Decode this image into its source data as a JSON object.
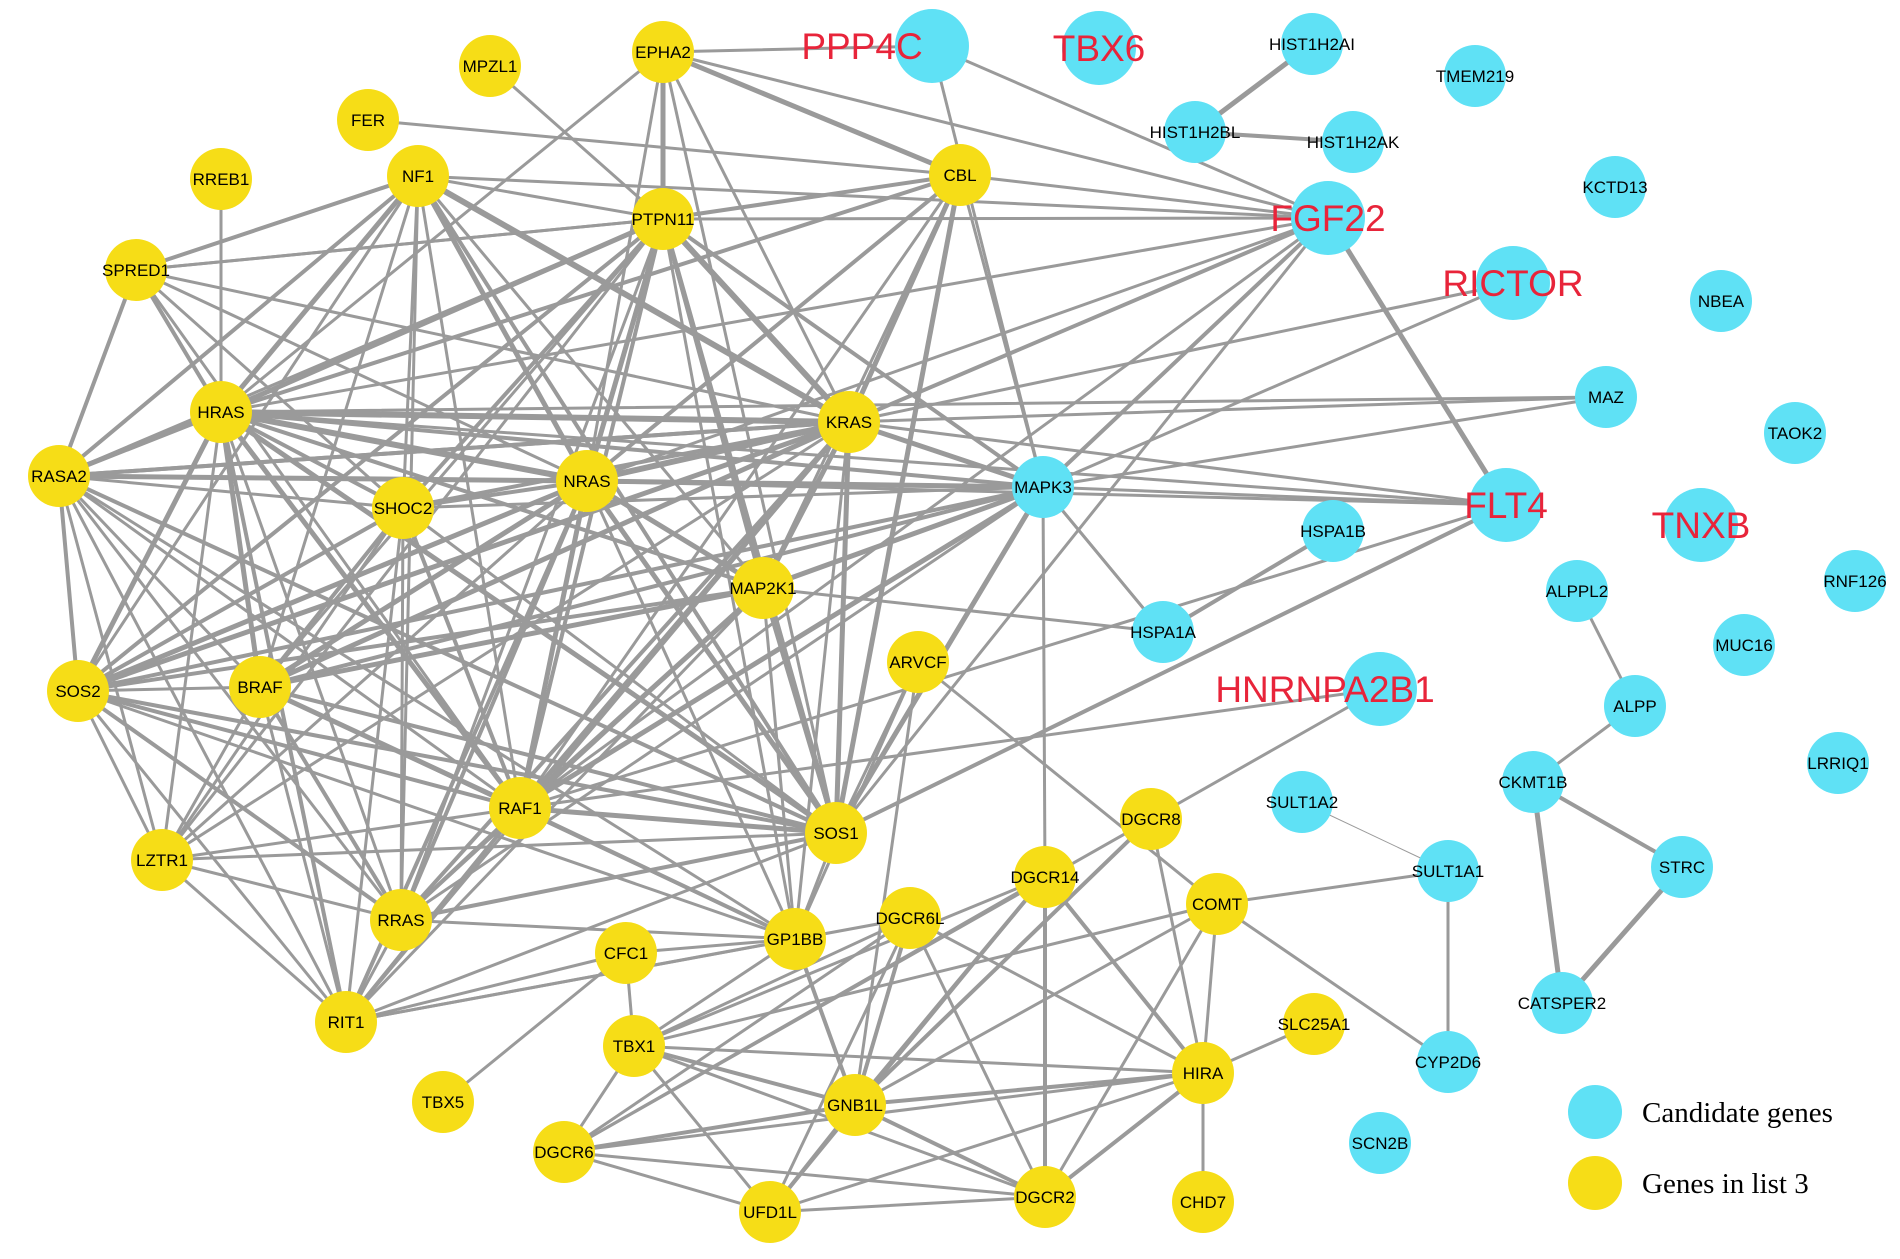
{
  "colors": {
    "candidate": "#5fe1f5",
    "list3": "#f6dd17",
    "highlight_label": "#e8243a",
    "edge": "#9a9a9a"
  },
  "legend": {
    "candidate_label": "Candidate genes",
    "list3_label": "Genes in list 3"
  },
  "nodes": [
    {
      "id": "EPHA2",
      "label": "EPHA2",
      "group": "list3"
    },
    {
      "id": "MPZL1",
      "label": "MPZL1",
      "group": "list3"
    },
    {
      "id": "FER",
      "label": "FER",
      "group": "list3"
    },
    {
      "id": "RREB1",
      "label": "RREB1",
      "group": "list3"
    },
    {
      "id": "NF1",
      "label": "NF1",
      "group": "list3"
    },
    {
      "id": "PTPN11",
      "label": "PTPN11",
      "group": "list3"
    },
    {
      "id": "CBL",
      "label": "CBL",
      "group": "list3"
    },
    {
      "id": "SPRED1",
      "label": "SPRED1",
      "group": "list3"
    },
    {
      "id": "HRAS",
      "label": "HRAS",
      "group": "list3"
    },
    {
      "id": "KRAS",
      "label": "KRAS",
      "group": "list3"
    },
    {
      "id": "RASA2",
      "label": "RASA2",
      "group": "list3"
    },
    {
      "id": "NRAS",
      "label": "NRAS",
      "group": "list3"
    },
    {
      "id": "SHOC2",
      "label": "SHOC2",
      "group": "list3"
    },
    {
      "id": "MAP2K1",
      "label": "MAP2K1",
      "group": "list3"
    },
    {
      "id": "ARVCF",
      "label": "ARVCF",
      "group": "list3"
    },
    {
      "id": "SOS2",
      "label": "SOS2",
      "group": "list3"
    },
    {
      "id": "BRAF",
      "label": "BRAF",
      "group": "list3"
    },
    {
      "id": "RAF1",
      "label": "RAF1",
      "group": "list3"
    },
    {
      "id": "SOS1",
      "label": "SOS1",
      "group": "list3"
    },
    {
      "id": "LZTR1",
      "label": "LZTR1",
      "group": "list3"
    },
    {
      "id": "RRAS",
      "label": "RRAS",
      "group": "list3"
    },
    {
      "id": "DGCR8",
      "label": "DGCR8",
      "group": "list3"
    },
    {
      "id": "DGCR14",
      "label": "DGCR14",
      "group": "list3"
    },
    {
      "id": "COMT",
      "label": "COMT",
      "group": "list3"
    },
    {
      "id": "DGCR6L",
      "label": "DGCR6L",
      "group": "list3"
    },
    {
      "id": "GP1BB",
      "label": "GP1BB",
      "group": "list3"
    },
    {
      "id": "CFC1",
      "label": "CFC1",
      "group": "list3"
    },
    {
      "id": "RIT1",
      "label": "RIT1",
      "group": "list3"
    },
    {
      "id": "TBX1",
      "label": "TBX1",
      "group": "list3"
    },
    {
      "id": "SLC25A1",
      "label": "SLC25A1",
      "group": "list3"
    },
    {
      "id": "TBX5",
      "label": "TBX5",
      "group": "list3"
    },
    {
      "id": "GNB1L",
      "label": "GNB1L",
      "group": "list3"
    },
    {
      "id": "HIRA",
      "label": "HIRA",
      "group": "list3"
    },
    {
      "id": "DGCR6",
      "label": "DGCR6",
      "group": "list3"
    },
    {
      "id": "UFD1L",
      "label": "UFD1L",
      "group": "list3"
    },
    {
      "id": "DGCR2",
      "label": "DGCR2",
      "group": "list3"
    },
    {
      "id": "CHD7",
      "label": "CHD7",
      "group": "list3"
    },
    {
      "id": "PPP4C",
      "label": "PPP4C",
      "group": "candidate",
      "highlight": true
    },
    {
      "id": "TBX6",
      "label": "TBX6",
      "group": "candidate",
      "highlight": true
    },
    {
      "id": "HIST1H2AI",
      "label": "HIST1H2AI",
      "group": "candidate"
    },
    {
      "id": "TMEM219",
      "label": "TMEM219",
      "group": "candidate"
    },
    {
      "id": "HIST1H2BL",
      "label": "HIST1H2BL",
      "group": "candidate"
    },
    {
      "id": "HIST1H2AK",
      "label": "HIST1H2AK",
      "group": "candidate"
    },
    {
      "id": "KCTD13",
      "label": "KCTD13",
      "group": "candidate"
    },
    {
      "id": "FGF22",
      "label": "FGF22",
      "group": "candidate",
      "highlight": true
    },
    {
      "id": "RICTOR",
      "label": "RICTOR",
      "group": "candidate",
      "highlight": true
    },
    {
      "id": "NBEA",
      "label": "NBEA",
      "group": "candidate"
    },
    {
      "id": "MAZ",
      "label": "MAZ",
      "group": "candidate"
    },
    {
      "id": "TAOK2",
      "label": "TAOK2",
      "group": "candidate"
    },
    {
      "id": "MAPK3",
      "label": "MAPK3",
      "group": "candidate"
    },
    {
      "id": "FLT4",
      "label": "FLT4",
      "group": "candidate",
      "highlight": true
    },
    {
      "id": "TNXB",
      "label": "TNXB",
      "group": "candidate",
      "highlight": true
    },
    {
      "id": "HSPA1B",
      "label": "HSPA1B",
      "group": "candidate"
    },
    {
      "id": "RNF126",
      "label": "RNF126",
      "group": "candidate"
    },
    {
      "id": "ALPPL2",
      "label": "ALPPL2",
      "group": "candidate"
    },
    {
      "id": "HSPA1A",
      "label": "HSPA1A",
      "group": "candidate"
    },
    {
      "id": "MUC16",
      "label": "MUC16",
      "group": "candidate"
    },
    {
      "id": "HNRNPA2B1",
      "label": "HNRNPA2B1",
      "group": "candidate",
      "highlight": true
    },
    {
      "id": "ALPP",
      "label": "ALPP",
      "group": "candidate"
    },
    {
      "id": "LRRIQ1",
      "label": "LRRIQ1",
      "group": "candidate"
    },
    {
      "id": "CKMT1B",
      "label": "CKMT1B",
      "group": "candidate"
    },
    {
      "id": "SULT1A2",
      "label": "SULT1A2",
      "group": "candidate"
    },
    {
      "id": "SULT1A1",
      "label": "SULT1A1",
      "group": "candidate"
    },
    {
      "id": "STRC",
      "label": "STRC",
      "group": "candidate"
    },
    {
      "id": "CATSPER2",
      "label": "CATSPER2",
      "group": "candidate"
    },
    {
      "id": "CYP2D6",
      "label": "CYP2D6",
      "group": "candidate"
    },
    {
      "id": "SCN2B",
      "label": "SCN2B",
      "group": "candidate"
    }
  ],
  "edges": [
    [
      "EPHA2",
      "PTPN11",
      5
    ],
    [
      "EPHA2",
      "PPP4C",
      3
    ],
    [
      "EPHA2",
      "CBL",
      5
    ],
    [
      "EPHA2",
      "FGF22",
      3
    ],
    [
      "EPHA2",
      "KRAS",
      3
    ],
    [
      "EPHA2",
      "HRAS",
      3
    ],
    [
      "EPHA2",
      "NRAS",
      3
    ],
    [
      "EPHA2",
      "SOS1",
      3
    ],
    [
      "MPZL1",
      "PTPN11",
      3
    ],
    [
      "FER",
      "CBL",
      3
    ],
    [
      "RREB1",
      "HRAS",
      3
    ],
    [
      "NF1",
      "HRAS",
      5
    ],
    [
      "NF1",
      "KRAS",
      6
    ],
    [
      "NF1",
      "NRAS",
      5
    ],
    [
      "NF1",
      "RASA2",
      4
    ],
    [
      "NF1",
      "SPRED1",
      4
    ],
    [
      "NF1",
      "PTPN11",
      3
    ],
    [
      "NF1",
      "SHOC2",
      3
    ],
    [
      "NF1",
      "RAF1",
      3
    ],
    [
      "NF1",
      "MAP2K1",
      3
    ],
    [
      "NF1",
      "RRAS",
      3
    ],
    [
      "NF1",
      "SOS1",
      4
    ],
    [
      "NF1",
      "SOS2",
      3
    ],
    [
      "NF1",
      "BRAF",
      3
    ],
    [
      "NF1",
      "FGF22",
      3
    ],
    [
      "PTPN11",
      "HRAS",
      5
    ],
    [
      "PTPN11",
      "KRAS",
      6
    ],
    [
      "PTPN11",
      "NRAS",
      5
    ],
    [
      "PTPN11",
      "SOS1",
      5
    ],
    [
      "PTPN11",
      "SOS2",
      4
    ],
    [
      "PTPN11",
      "RAF1",
      4
    ],
    [
      "PTPN11",
      "MAP2K1",
      4
    ],
    [
      "PTPN11",
      "SHOC2",
      4
    ],
    [
      "PTPN11",
      "GP1BB",
      3
    ],
    [
      "PTPN11",
      "RASA2",
      3
    ],
    [
      "PTPN11",
      "FGF22",
      3
    ],
    [
      "PTPN11",
      "MAPK3",
      4
    ],
    [
      "PTPN11",
      "RRAS",
      3
    ],
    [
      "PTPN11",
      "BRAF",
      3
    ],
    [
      "PTPN11",
      "CBL",
      4
    ],
    [
      "PTPN11",
      "LZTR1",
      3
    ],
    [
      "PTPN11",
      "SPRED1",
      3
    ],
    [
      "CBL",
      "KRAS",
      5
    ],
    [
      "CBL",
      "HRAS",
      4
    ],
    [
      "CBL",
      "NRAS",
      4
    ],
    [
      "CBL",
      "SOS1",
      5
    ],
    [
      "CBL",
      "MAPK3",
      3
    ],
    [
      "CBL",
      "RAF1",
      3
    ],
    [
      "CBL",
      "PTPN11",
      3
    ],
    [
      "CBL",
      "MAP2K1",
      3
    ],
    [
      "CBL",
      "FGF22",
      3
    ],
    [
      "SPRED1",
      "HRAS",
      4
    ],
    [
      "SPRED1",
      "RASA2",
      4
    ],
    [
      "SPRED1",
      "SHOC2",
      3
    ],
    [
      "SPRED1",
      "RAF1",
      3
    ],
    [
      "SPRED1",
      "NRAS",
      3
    ],
    [
      "SPRED1",
      "KRAS",
      3
    ],
    [
      "SPRED1",
      "PTPN11",
      3
    ],
    [
      "HRAS",
      "KRAS",
      6
    ],
    [
      "HRAS",
      "NRAS",
      6
    ],
    [
      "HRAS",
      "RASA2",
      5
    ],
    [
      "HRAS",
      "SOS1",
      5
    ],
    [
      "HRAS",
      "SOS2",
      5
    ],
    [
      "HRAS",
      "RAF1",
      5
    ],
    [
      "HRAS",
      "BRAF",
      5
    ],
    [
      "HRAS",
      "MAP2K1",
      4
    ],
    [
      "HRAS",
      "MAPK3",
      4
    ],
    [
      "HRAS",
      "SHOC2",
      4
    ],
    [
      "HRAS",
      "RRAS",
      3
    ],
    [
      "HRAS",
      "RIT1",
      4
    ],
    [
      "HRAS",
      "LZTR1",
      3
    ],
    [
      "HRAS",
      "MAZ",
      3
    ],
    [
      "HRAS",
      "FGF22",
      3
    ],
    [
      "HRAS",
      "FLT4",
      3
    ],
    [
      "KRAS",
      "NRAS",
      6
    ],
    [
      "KRAS",
      "RASA2",
      4
    ],
    [
      "KRAS",
      "SOS1",
      5
    ],
    [
      "KRAS",
      "SOS2",
      5
    ],
    [
      "KRAS",
      "RAF1",
      5
    ],
    [
      "KRAS",
      "BRAF",
      5
    ],
    [
      "KRAS",
      "MAP2K1",
      5
    ],
    [
      "KRAS",
      "MAPK3",
      5
    ],
    [
      "KRAS",
      "SHOC2",
      4
    ],
    [
      "KRAS",
      "RRAS",
      4
    ],
    [
      "KRAS",
      "RIT1",
      3
    ],
    [
      "KRAS",
      "LZTR1",
      3
    ],
    [
      "KRAS",
      "FGF22",
      4
    ],
    [
      "KRAS",
      "RICTOR",
      3
    ],
    [
      "KRAS",
      "MAZ",
      3
    ],
    [
      "KRAS",
      "FLT4",
      3
    ],
    [
      "KRAS",
      "GP1BB",
      3
    ],
    [
      "RASA2",
      "NRAS",
      5
    ],
    [
      "RASA2",
      "SOS2",
      4
    ],
    [
      "RASA2",
      "SOS1",
      4
    ],
    [
      "RASA2",
      "RAF1",
      3
    ],
    [
      "RASA2",
      "BRAF",
      3
    ],
    [
      "RASA2",
      "RRAS",
      3
    ],
    [
      "RASA2",
      "LZTR1",
      3
    ],
    [
      "RASA2",
      "SHOC2",
      3
    ],
    [
      "RASA2",
      "MAPK3",
      3
    ],
    [
      "RASA2",
      "RIT1",
      3
    ],
    [
      "RASA2",
      "KRAS",
      4
    ],
    [
      "RASA2",
      "GP1BB",
      3
    ],
    [
      "NRAS",
      "SOS1",
      5
    ],
    [
      "NRAS",
      "SOS2",
      5
    ],
    [
      "NRAS",
      "RAF1",
      5
    ],
    [
      "NRAS",
      "BRAF",
      5
    ],
    [
      "NRAS",
      "MAP2K1",
      5
    ],
    [
      "NRAS",
      "MAPK3",
      5
    ],
    [
      "NRAS",
      "SHOC2",
      4
    ],
    [
      "NRAS",
      "RRAS",
      4
    ],
    [
      "NRAS",
      "RIT1",
      4
    ],
    [
      "NRAS",
      "LZTR1",
      3
    ],
    [
      "NRAS",
      "FGF22",
      3
    ],
    [
      "NRAS",
      "FLT4",
      3
    ],
    [
      "NRAS",
      "GP1BB",
      3
    ],
    [
      "SHOC2",
      "SOS2",
      4
    ],
    [
      "SHOC2",
      "RAF1",
      4
    ],
    [
      "SHOC2",
      "BRAF",
      4
    ],
    [
      "SHOC2",
      "RRAS",
      3
    ],
    [
      "SHOC2",
      "MAPK3",
      3
    ],
    [
      "SHOC2",
      "SOS1",
      3
    ],
    [
      "SHOC2",
      "RIT1",
      3
    ],
    [
      "SHOC2",
      "LZTR1",
      3
    ],
    [
      "MAP2K1",
      "RAF1",
      5
    ],
    [
      "MAP2K1",
      "BRAF",
      5
    ],
    [
      "MAP2K1",
      "MAPK3",
      5
    ],
    [
      "MAP2K1",
      "SOS1",
      4
    ],
    [
      "MAP2K1",
      "SOS2",
      4
    ],
    [
      "MAP2K1",
      "GP1BB",
      3
    ],
    [
      "MAP2K1",
      "RRAS",
      3
    ],
    [
      "MAP2K1",
      "HSPA1A",
      3
    ],
    [
      "MAP2K1",
      "RIT1",
      3
    ],
    [
      "MAPK3",
      "SOS1",
      5
    ],
    [
      "MAPK3",
      "RAF1",
      5
    ],
    [
      "MAPK3",
      "BRAF",
      4
    ],
    [
      "MAPK3",
      "SOS2",
      4
    ],
    [
      "MAPK3",
      "HSPA1A",
      3
    ],
    [
      "MAPK3",
      "FGF22",
      4
    ],
    [
      "MAPK3",
      "RICTOR",
      3
    ],
    [
      "MAPK3",
      "FLT4",
      3
    ],
    [
      "MAPK3",
      "RRAS",
      3
    ],
    [
      "MAPK3",
      "DGCR14",
      3
    ],
    [
      "MAPK3",
      "MAZ",
      3
    ],
    [
      "MAPK3",
      "PPP4C",
      3
    ],
    [
      "SOS2",
      "SOS1",
      4
    ],
    [
      "SOS2",
      "RAF1",
      4
    ],
    [
      "SOS2",
      "BRAF",
      3
    ],
    [
      "SOS2",
      "RRAS",
      4
    ],
    [
      "SOS2",
      "RIT1",
      3
    ],
    [
      "SOS2",
      "LZTR1",
      3
    ],
    [
      "SOS2",
      "GP1BB",
      3
    ],
    [
      "BRAF",
      "RAF1",
      5
    ],
    [
      "BRAF",
      "RRAS",
      4
    ],
    [
      "BRAF",
      "RIT1",
      3
    ],
    [
      "BRAF",
      "SOS1",
      4
    ],
    [
      "BRAF",
      "LZTR1",
      3
    ],
    [
      "BRAF",
      "GP1BB",
      3
    ],
    [
      "RAF1",
      "SOS1",
      5
    ],
    [
      "RAF1",
      "RRAS",
      4
    ],
    [
      "RAF1",
      "RIT1",
      4
    ],
    [
      "RAF1",
      "LZTR1",
      3
    ],
    [
      "RAF1",
      "GP1BB",
      4
    ],
    [
      "RAF1",
      "FGF22",
      3
    ],
    [
      "RAF1",
      "FLT4",
      3
    ],
    [
      "SOS1",
      "RRAS",
      4
    ],
    [
      "SOS1",
      "RIT1",
      3
    ],
    [
      "SOS1",
      "LZTR1",
      3
    ],
    [
      "SOS1",
      "GP1BB",
      3
    ],
    [
      "SOS1",
      "FGF22",
      3
    ],
    [
      "SOS1",
      "FLT4",
      4
    ],
    [
      "SOS1",
      "ARVCF",
      3
    ],
    [
      "LZTR1",
      "RRAS",
      3
    ],
    [
      "LZTR1",
      "RIT1",
      3
    ],
    [
      "RRAS",
      "RIT1",
      3
    ],
    [
      "RRAS",
      "GP1BB",
      3
    ],
    [
      "RIT1",
      "CFC1",
      3
    ],
    [
      "RIT1",
      "GP1BB",
      3
    ],
    [
      "RIT1",
      "DGCR6L",
      3
    ],
    [
      "FGF22",
      "FLT4",
      5
    ],
    [
      "FGF22",
      "PPP4C",
      3
    ],
    [
      "FGF22",
      "MAPK3",
      3
    ],
    [
      "HIST1H2AI",
      "HIST1H2BL",
      5
    ],
    [
      "HIST1H2BL",
      "HIST1H2AK",
      4
    ],
    [
      "HSPA1B",
      "HSPA1A",
      4
    ],
    [
      "HSPA1A",
      "MAPK3",
      3
    ],
    [
      "HNRNPA2B1",
      "RAF1",
      3
    ],
    [
      "HNRNPA2B1",
      "DGCR8",
      3
    ],
    [
      "ALPPL2",
      "ALPP",
      3
    ],
    [
      "ALPP",
      "CKMT1B",
      3
    ],
    [
      "CKMT1B",
      "CATSPER2",
      5
    ],
    [
      "CKMT1B",
      "STRC",
      4
    ],
    [
      "STRC",
      "CATSPER2",
      5
    ],
    [
      "SULT1A2",
      "SULT1A1",
      1
    ],
    [
      "SULT1A1",
      "CYP2D6",
      3
    ],
    [
      "SULT1A1",
      "COMT",
      3
    ],
    [
      "ARVCF",
      "COMT",
      3
    ],
    [
      "ARVCF",
      "GP1BB",
      3
    ],
    [
      "ARVCF",
      "GNB1L",
      3
    ],
    [
      "COMT",
      "CYP2D6",
      3
    ],
    [
      "COMT",
      "HIRA",
      3
    ],
    [
      "COMT",
      "GNB1L",
      3
    ],
    [
      "COMT",
      "TBX1",
      3
    ],
    [
      "COMT",
      "DGCR2",
      3
    ],
    [
      "DGCR8",
      "GNB1L",
      4
    ],
    [
      "DGCR8",
      "HIRA",
      3
    ],
    [
      "DGCR8",
      "DGCR6",
      3
    ],
    [
      "DGCR14",
      "HIRA",
      4
    ],
    [
      "DGCR14",
      "DGCR2",
      4
    ],
    [
      "DGCR14",
      "GNB1L",
      4
    ],
    [
      "DGCR14",
      "UFD1L",
      3
    ],
    [
      "DGCR14",
      "TBX1",
      3
    ],
    [
      "DGCR14",
      "DGCR6",
      3
    ],
    [
      "DGCR6L",
      "GNB1L",
      4
    ],
    [
      "DGCR6L",
      "DGCR2",
      3
    ],
    [
      "DGCR6L",
      "HIRA",
      3
    ],
    [
      "DGCR6L",
      "UFD1L",
      3
    ],
    [
      "DGCR6L",
      "TBX1",
      3
    ],
    [
      "DGCR6L",
      "DGCR6",
      3
    ],
    [
      "GP1BB",
      "GNB1L",
      4
    ],
    [
      "GP1BB",
      "CFC1",
      3
    ],
    [
      "GP1BB",
      "TBX1",
      3
    ],
    [
      "CFC1",
      "TBX1",
      3
    ],
    [
      "CFC1",
      "TBX5",
      3
    ],
    [
      "TBX1",
      "GNB1L",
      4
    ],
    [
      "TBX1",
      "HIRA",
      3
    ],
    [
      "TBX1",
      "DGCR6",
      3
    ],
    [
      "TBX1",
      "UFD1L",
      3
    ],
    [
      "TBX1",
      "DGCR2",
      3
    ],
    [
      "SLC25A1",
      "HIRA",
      3
    ],
    [
      "GNB1L",
      "HIRA",
      4
    ],
    [
      "GNB1L",
      "DGCR6",
      4
    ],
    [
      "GNB1L",
      "UFD1L",
      4
    ],
    [
      "GNB1L",
      "DGCR2",
      4
    ],
    [
      "HIRA",
      "DGCR2",
      4
    ],
    [
      "HIRA",
      "UFD1L",
      3
    ],
    [
      "HIRA",
      "CHD7",
      3
    ],
    [
      "HIRA",
      "DGCR6",
      3
    ],
    [
      "DGCR6",
      "UFD1L",
      3
    ],
    [
      "DGCR6",
      "DGCR2",
      3
    ],
    [
      "UFD1L",
      "DGCR2",
      3
    ]
  ]
}
